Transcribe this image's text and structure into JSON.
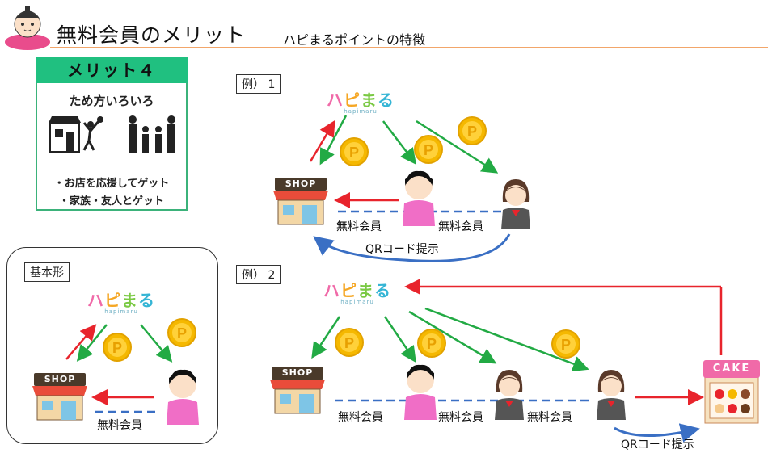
{
  "header": {
    "title": "無料会員のメリット",
    "subtitle": "ハピまるポイントの特徴"
  },
  "merit": {
    "title": "メリット４",
    "subtitle": "ため方いろいろ",
    "bullets": [
      "・お店を応援してゲット",
      "・家族・友人とゲット"
    ]
  },
  "basic": {
    "tag": "基本形",
    "member_label": "無料会員"
  },
  "example1": {
    "tag": "例） 1",
    "member_labels": [
      "無料会員",
      "無料会員"
    ],
    "qr_label": "QRコード提示"
  },
  "example2": {
    "tag": "例） 2",
    "member_labels": [
      "無料会員",
      "無料会員",
      "無料会員"
    ],
    "qr_label": "QRコード提示"
  },
  "logo": {
    "h": "ハ",
    "p": "ピ",
    "m": "ま",
    "r": "る",
    "sub": "hapimaru"
  },
  "shop_sign": "SHOP",
  "cake_sign": "CAKE",
  "colors": {
    "green": "#22aa44",
    "red": "#e8242c",
    "blue": "#3a6fc4",
    "coin": "#f5b800",
    "accent": "#20c080",
    "rule": "#f2a66a"
  }
}
